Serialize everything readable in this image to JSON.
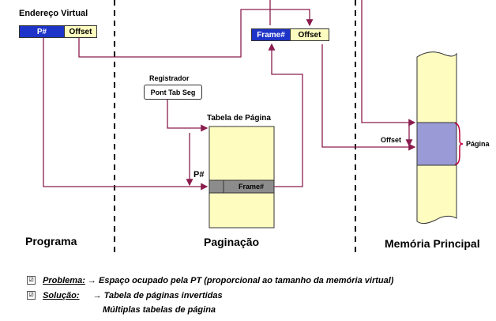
{
  "virtual_address": {
    "title": "Endereço Virtual",
    "page_field": "P#",
    "offset_field": "Offset"
  },
  "physical_address": {
    "frame_field": "Frame#",
    "offset_field": "Offset"
  },
  "register": {
    "title": "Registrador",
    "value": "Pont Tab Seg"
  },
  "page_table": {
    "title": "Tabela de Página",
    "index_label": "P#",
    "entry_label": "Frame#"
  },
  "memory": {
    "offset_label": "Offset",
    "page_label": "Página"
  },
  "sections": {
    "program": "Programa",
    "paging": "Paginação",
    "main_memory": "Memória Principal"
  },
  "notes": {
    "problem_label": "Problema:",
    "problem_text": "Espaço ocupado pela PT (proporcional ao tamanho da memória virtual)",
    "solution_label": "Solução:",
    "solution_line1": "Tabela de páginas invertidas",
    "solution_line2": "Múltiplas tabelas de página",
    "arrow": "→",
    "bullet": "☑"
  },
  "colors": {
    "line": "#8a1d4e",
    "blue": "#1e34c8",
    "yellow": "#fffcc0",
    "frame_row": "#8c8c8c",
    "memory_page": "#9a9ad6"
  }
}
